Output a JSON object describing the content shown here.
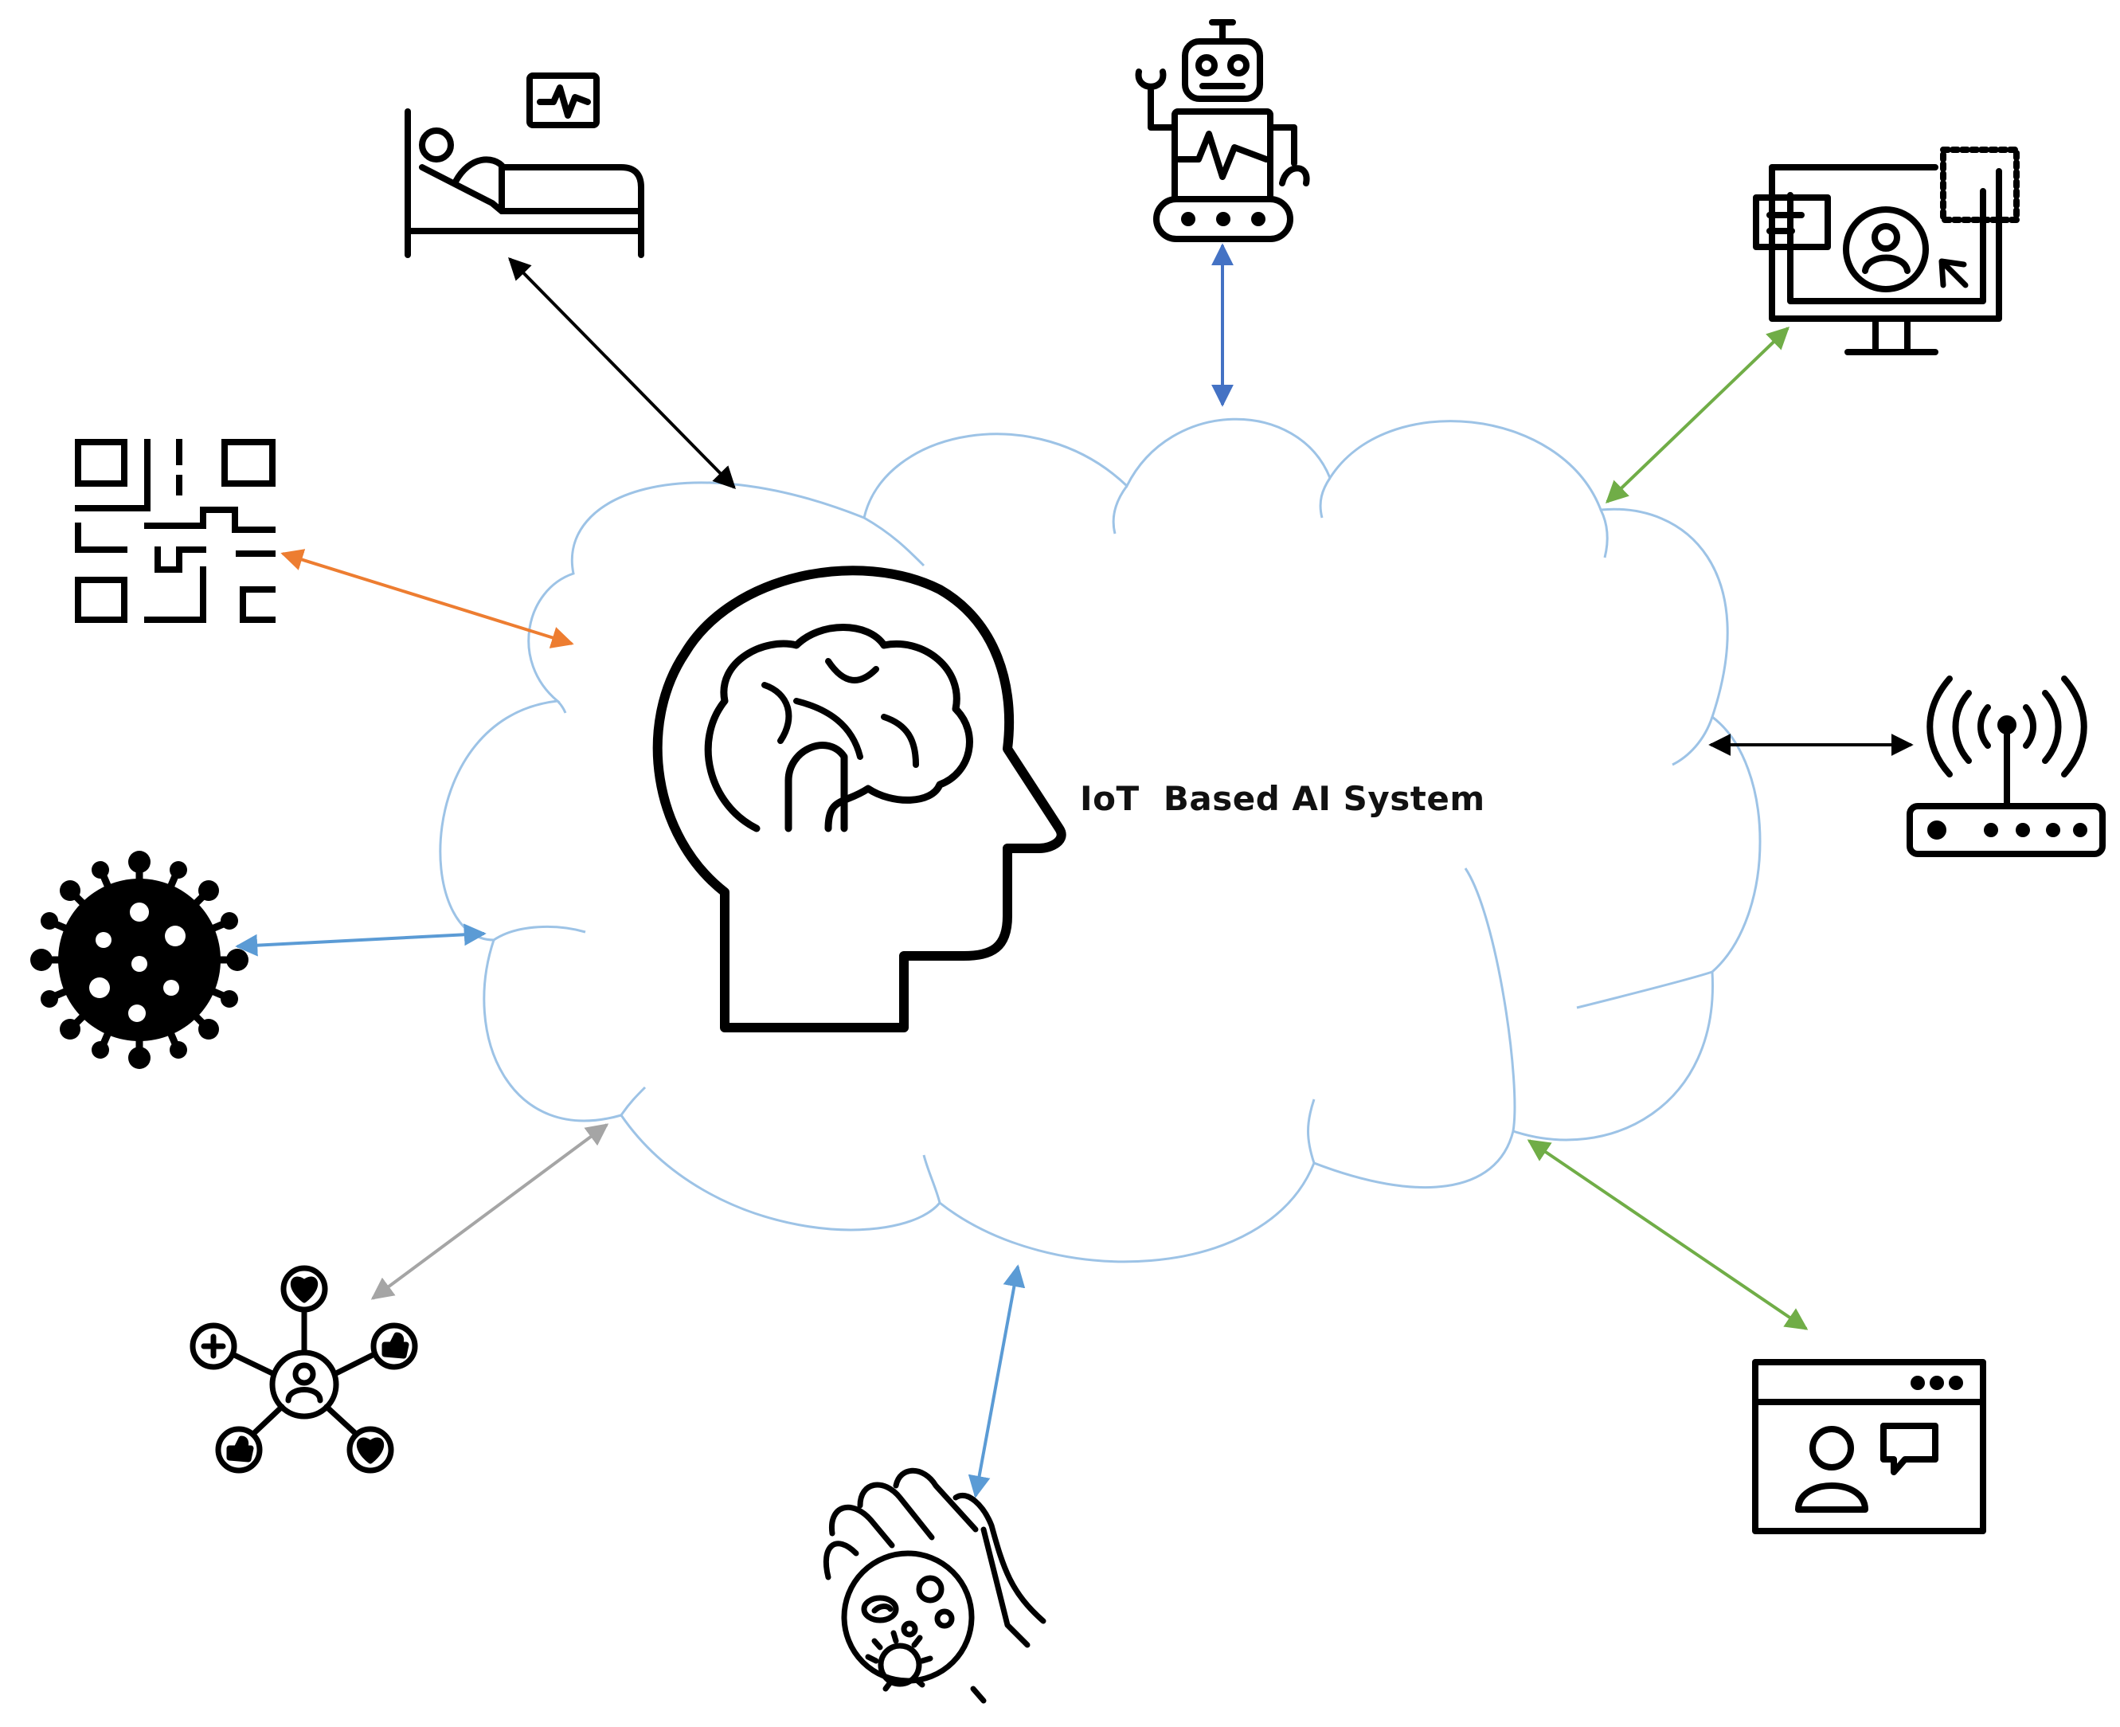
{
  "title": "IoT  Based AI System",
  "center": {
    "cloud_color": "#9dc3e6",
    "brain_head_icon": "brain-head-icon"
  },
  "nodes": [
    {
      "id": "hospital-bed",
      "icon": "hospital-bed-monitor-icon",
      "arrow_color": "#000000"
    },
    {
      "id": "medical-robot",
      "icon": "medical-robot-icon",
      "arrow_color": "#4472c4"
    },
    {
      "id": "telemedicine-monitor",
      "icon": "telemedicine-monitor-icon",
      "arrow_color": "#70ad47"
    },
    {
      "id": "wireless-router",
      "icon": "wifi-router-icon",
      "arrow_color": "#000000"
    },
    {
      "id": "video-consultation",
      "icon": "video-consultation-window-icon",
      "arrow_color": "#70ad47"
    },
    {
      "id": "hand-bacteria",
      "icon": "hand-bacteria-icon",
      "arrow_color": "#5b9bd5"
    },
    {
      "id": "social-network",
      "icon": "social-network-icon",
      "arrow_color": "#a5a5a5"
    },
    {
      "id": "virus",
      "icon": "virus-icon",
      "arrow_color": "#5b9bd5"
    },
    {
      "id": "qr-code",
      "icon": "qr-code-icon",
      "arrow_color": "#ed7d31"
    }
  ]
}
